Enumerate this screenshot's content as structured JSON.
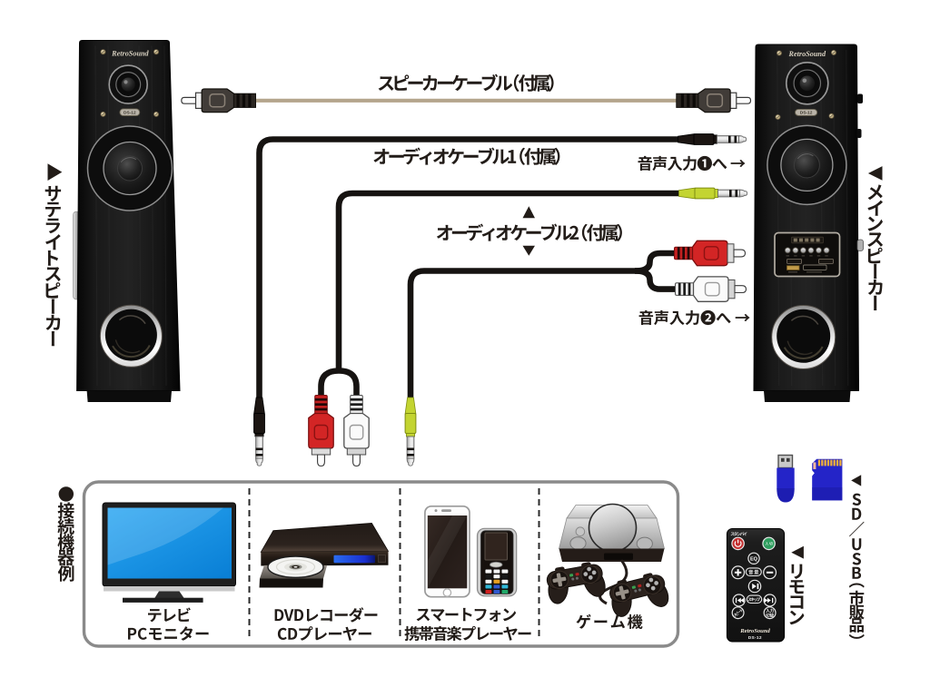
{
  "page": {
    "background": "#ffffff",
    "type": "product connection diagram"
  },
  "brand": {
    "logo": "RetroSound",
    "model": "DS-12"
  },
  "speakers": {
    "satellite": {
      "arrow": "▶",
      "label": "サテライトスピーカー"
    },
    "main": {
      "arrow": "◀",
      "label": "メインスピーカー"
    }
  },
  "cables": {
    "speaker_cable": {
      "label": "スピーカーケーブル（付属）",
      "color": "#b4a58c"
    },
    "audio_cable_1": {
      "label": "オーディオケーブル1（付属）",
      "destination": "音声入力❶へ →"
    },
    "audio_cable_2": {
      "label": "オーディオケーブル2（付属）",
      "destination": "音声入力❷へ →",
      "arrow_up": "▲",
      "arrow_down": "▼",
      "plug_colors": {
        "minijack": "#c3d431",
        "rca_left": "#d32525",
        "rca_right": "#fafafa"
      }
    }
  },
  "devices_box": {
    "bullet": "●",
    "title": "接続機器例",
    "items": [
      {
        "label_line1": "テレビ",
        "label_line2": "PCモニター"
      },
      {
        "label_line1": "DVDレコーダー",
        "label_line2": "CDプレーヤー"
      },
      {
        "label_line1": "スマートフォン",
        "label_line2": "携帯音楽プレーヤー"
      },
      {
        "label_line1": "ゲーム機",
        "label_line2": ""
      }
    ]
  },
  "accessories": {
    "sd_usb": {
      "arrow": "◀",
      "label": "SD／USB（市販品）",
      "color": "#2424c8"
    },
    "remote": {
      "arrow": "◀",
      "label": "リモコン"
    }
  },
  "remote": {
    "standby": "スタンバイ",
    "eq": "EQ",
    "volume": "音量",
    "skip": "スキップ",
    "repeat": "リピート",
    "input_select": "入力切替"
  },
  "colors": {
    "ink": "#221c18",
    "box_border": "#8a8a8a",
    "screen_blue": "#0f8fe8",
    "cable_black": "#161311",
    "cable_tan": "#b4a58c"
  }
}
